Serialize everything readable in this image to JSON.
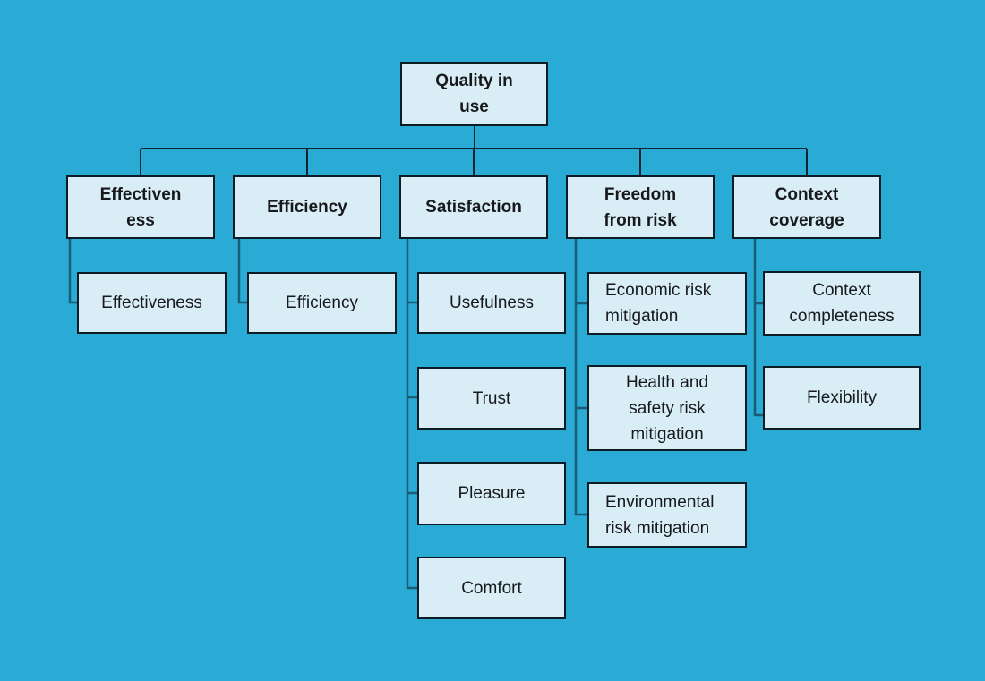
{
  "colors": {
    "canvas-bg": "#29ABD5",
    "node-fill": "#D8EDF6",
    "node-border": "#0D1B24",
    "connector-root": "#0F2531",
    "connector-branch": "#1A5B75",
    "text": "#17191C"
  },
  "tree": {
    "root": {
      "label": "Quality in use"
    },
    "branches": [
      {
        "label": "Effectiveness",
        "children": [
          {
            "label": "Effectiveness"
          }
        ]
      },
      {
        "label": "Efficiency",
        "children": [
          {
            "label": "Efficiency"
          }
        ]
      },
      {
        "label": "Satisfaction",
        "children": [
          {
            "label": "Usefulness"
          },
          {
            "label": "Trust"
          },
          {
            "label": "Pleasure"
          },
          {
            "label": "Comfort"
          }
        ]
      },
      {
        "label": "Freedom from risk",
        "children": [
          {
            "label": "Economic risk mitigation"
          },
          {
            "label": "Health and safety risk mitigation"
          },
          {
            "label": "Environmental risk mitigation"
          }
        ]
      },
      {
        "label": "Context coverage",
        "children": [
          {
            "label": "Context completeness"
          },
          {
            "label": "Flexibility"
          }
        ]
      }
    ]
  }
}
